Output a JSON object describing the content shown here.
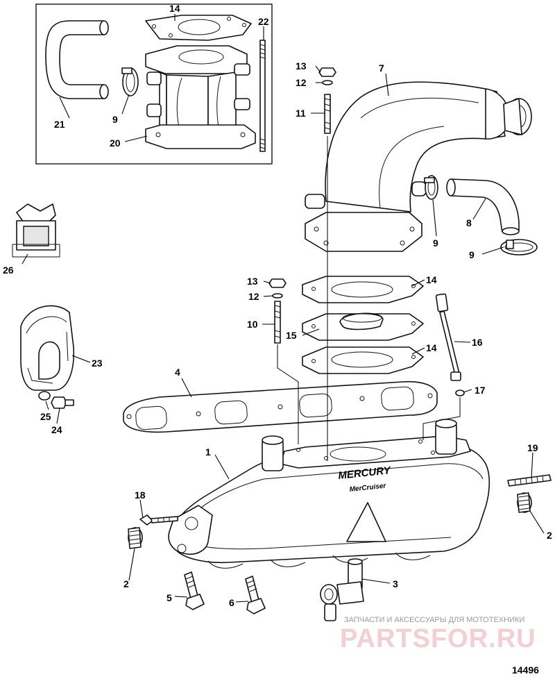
{
  "figure_number": "14496",
  "brand": {
    "mercury": "MERCURY",
    "mercruiser": "MerCruiser"
  },
  "watermark": {
    "line1": "ЗАПЧАСТИ И АКСЕССУАРЫ ДЛЯ МОТОТЕХНИКИ",
    "line2": "PARTSFOR.RU"
  },
  "callouts": {
    "c1": "1",
    "c2a": "2",
    "c2b": "2",
    "c3": "3",
    "c4": "4",
    "c5": "5",
    "c6": "6",
    "c7": "7",
    "c8": "8",
    "c9a": "9",
    "c9b": "9",
    "c9c": "9",
    "c10": "10",
    "c11": "11",
    "c12a": "12",
    "c12b": "12",
    "c13a": "13",
    "c13b": "13",
    "c14a": "14",
    "c14b": "14",
    "c14c": "14",
    "c15": "15",
    "c16": "16",
    "c17": "17",
    "c18": "18",
    "c19": "19",
    "c20": "20",
    "c21": "21",
    "c22": "22",
    "c23": "23",
    "c24": "24",
    "c25": "25",
    "c26": "26"
  }
}
